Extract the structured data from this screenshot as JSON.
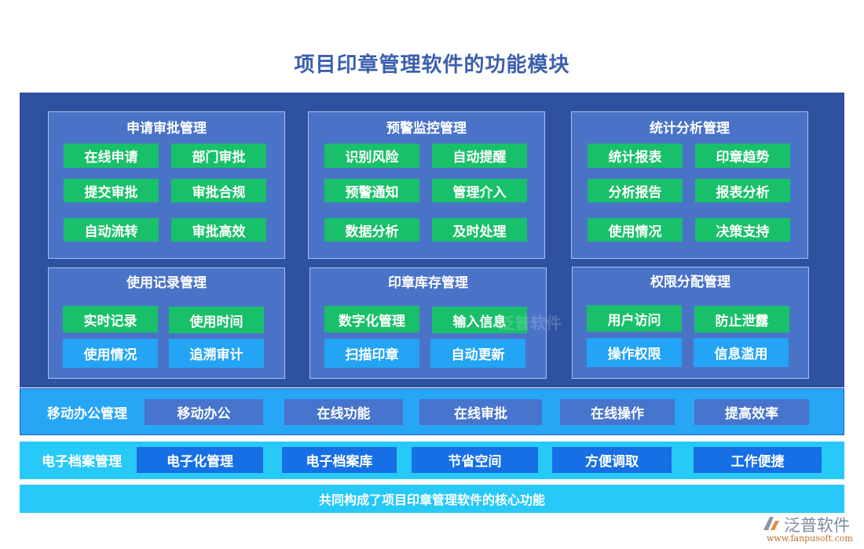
{
  "title": "项目印章管理软件的功能模块",
  "colors": {
    "title": "#3a5fae",
    "main_panel": "#2e52a0",
    "module_bg": "#4a73c8",
    "green_chip": "#19c06a",
    "sky_chip": "#23a4f5",
    "mobile_band": "#27a6f6",
    "mobile_chip": "#4774cc",
    "archive_band": "#27c9f7",
    "archive_chip": "#166fe4"
  },
  "modules": [
    {
      "title": "申请审批管理",
      "items": [
        "在线申请",
        "部门审批",
        "提交审批",
        "审批合规",
        "自动流转",
        "审批高效"
      ]
    },
    {
      "title": "预警监控管理",
      "items": [
        "识别风险",
        "自动提醒",
        "预警通知",
        "管理介入",
        "数据分析",
        "及时处理"
      ]
    },
    {
      "title": "统计分析管理",
      "items": [
        "统计报表",
        "印章趋势",
        "分析报告",
        "报表分析",
        "使用情况",
        "决策支持"
      ]
    },
    {
      "title": "使用记录管理",
      "items": [
        "实时记录",
        "使用时间",
        "使用情况",
        "追溯审计"
      ]
    },
    {
      "title": "印章库存管理",
      "items": [
        "数字化管理",
        "输入信息",
        "扫描印章",
        "自动更新"
      ]
    },
    {
      "title": "权限分配管理",
      "items": [
        "用户访问",
        "防止泄露",
        "操作权限",
        "信息滥用"
      ]
    }
  ],
  "mobile_band": {
    "label": "移动办公管理",
    "items": [
      "移动办公",
      "在线功能",
      "在线审批",
      "在线操作",
      "提高效率"
    ]
  },
  "archive_band": {
    "label": "电子档案管理",
    "items": [
      "电子化管理",
      "电子档案库",
      "节省空间",
      "方便调取",
      "工作便捷"
    ]
  },
  "footer": "共同构成了项目印章管理软件的核心功能",
  "watermark": "泛普软件",
  "logo": {
    "name": "泛普软件",
    "url": "www.fanpusoft.com"
  }
}
